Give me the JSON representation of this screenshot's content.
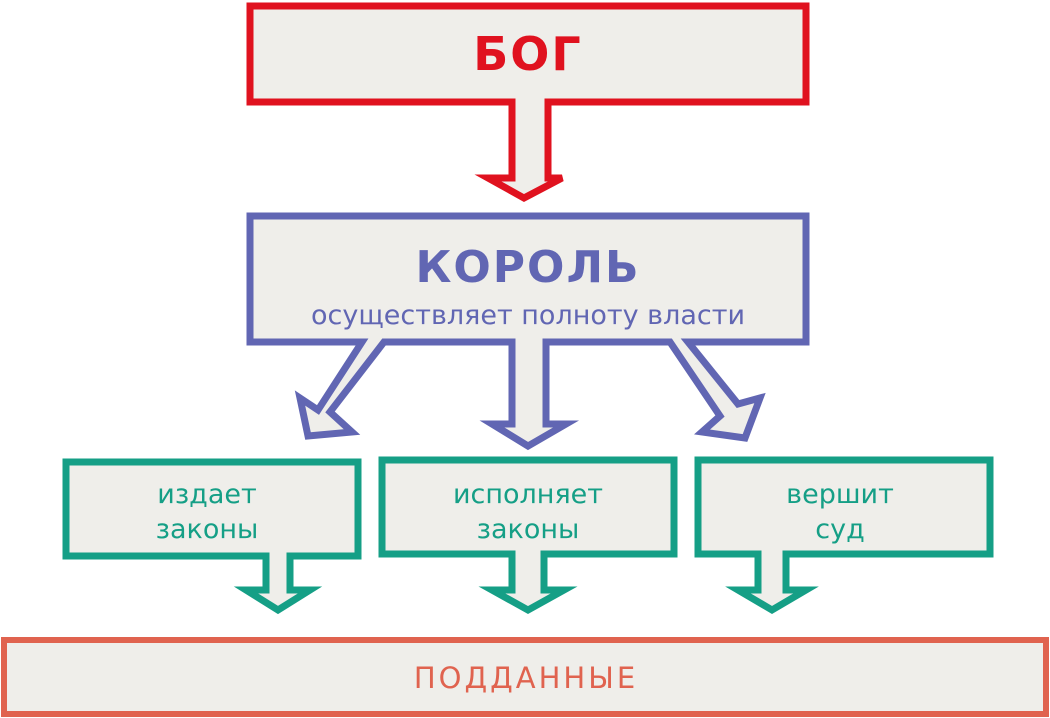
{
  "colors": {
    "god": "#e0121f",
    "king": "#6166b3",
    "function": "#159f86",
    "subjects": "#e0634f",
    "box_fill": "#efeeea"
  },
  "god": {
    "label": "БОГ"
  },
  "king": {
    "label": "КОРОЛЬ",
    "subtitle": "осуществляет полноту власти"
  },
  "functions": [
    {
      "line1": "издает",
      "line2": "законы"
    },
    {
      "line1": "исполняет",
      "line2": "законы"
    },
    {
      "line1": "вершит",
      "line2": "суд"
    }
  ],
  "subjects": {
    "label": "ПОДДАННЫЕ"
  }
}
